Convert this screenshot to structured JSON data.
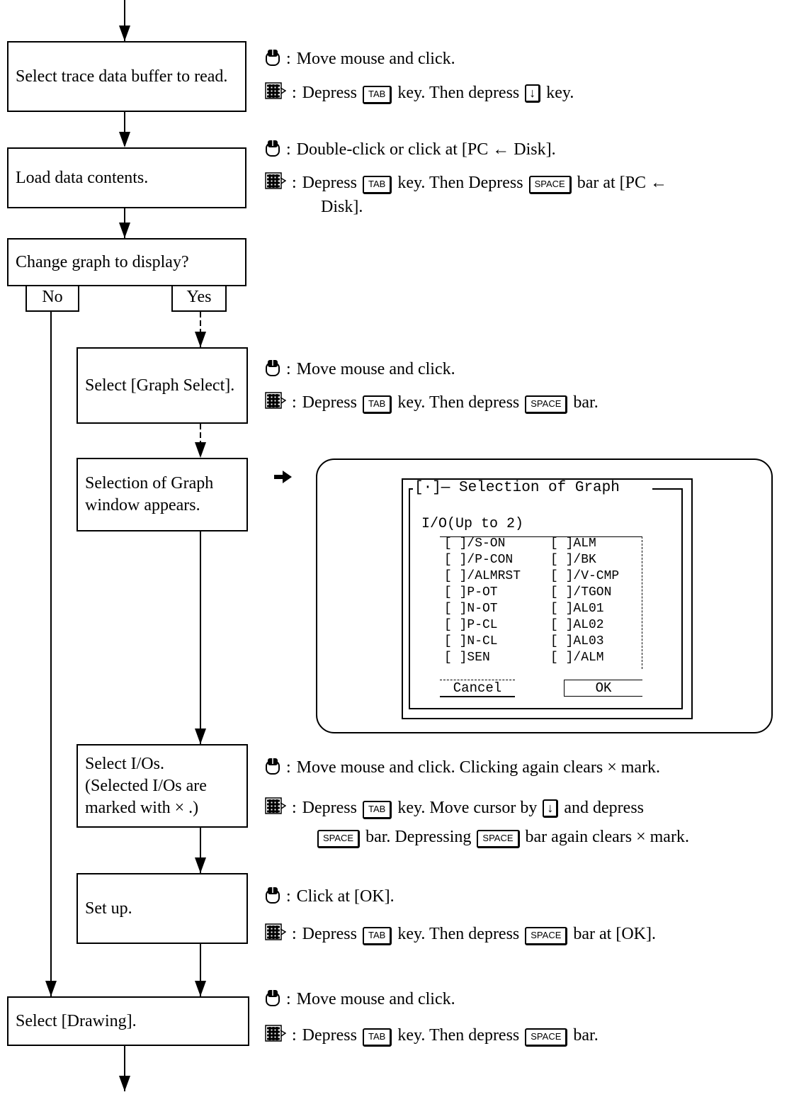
{
  "steps": {
    "select_buffer": "Select trace data buffer to read.",
    "load_data": "Load data contents.",
    "change_graph": "Change graph to display?",
    "no": "No",
    "yes": "Yes",
    "graph_select": "Select [Graph Select].",
    "window_appears": "Selection of Graph window appears.",
    "select_ios_1": "Select I/Os.",
    "select_ios_2": "(Selected I/Os are marked with × .)",
    "set_up": "Set up.",
    "drawing": "Select [Drawing]."
  },
  "instructions": {
    "i1_mouse": "Move mouse and click.",
    "i1_kb_a": "Depress",
    "i1_kb_b": "key.  Then depress",
    "i1_kb_c": "key.",
    "i2_mouse": "Double-click or click at [PC ← Disk].",
    "i2_kb_a": "Depress",
    "i2_kb_b": "key.  Then Depress",
    "i2_kb_c": "bar at [PC ←",
    "i2_kb_d": "Disk].",
    "i3_mouse": "Move mouse and click.",
    "i3_kb_a": "Depress",
    "i3_kb_b": "key.  Then depress",
    "i3_kb_c": "bar.",
    "i4_mouse": "Move mouse and click.  Clicking again clears × mark.",
    "i4_kb_a": "Depress",
    "i4_kb_b": "key.  Move cursor by",
    "i4_kb_c": "and depress",
    "i4_kb_d": "bar.  Depressing",
    "i4_kb_e": "bar again clears × mark.",
    "i5_mouse": "Click at [OK].",
    "i5_kb_a": "Depress",
    "i5_kb_b": "key.  Then depress",
    "i5_kb_c": "bar at [OK].",
    "i6_mouse": "Move mouse and click.",
    "i6_kb_a": "Depress",
    "i6_kb_b": "key.  Then depress",
    "i6_kb_c": "bar."
  },
  "keys": {
    "tab": "TAB",
    "space": "SPACE",
    "down": "↓"
  },
  "colon": ":",
  "dialog": {
    "title": "[·]— Selection of Graph",
    "io_label": "I/O(Up to 2)",
    "io_items": [
      "[ ]/S-ON",
      "[ ]ALM",
      "[ ]/P-CON",
      "[ ]/BK",
      "[ ]/ALMRST",
      "[ ]/V-CMP",
      "[ ]P-OT",
      "[ ]/TGON",
      "[ ]N-OT",
      "[ ]AL01",
      "[ ]P-CL",
      "[ ]AL02",
      "[ ]N-CL",
      "[ ]AL03",
      "[ ]SEN",
      "[ ]/ALM"
    ],
    "cancel": "Cancel",
    "ok": "OK"
  },
  "icons": {
    "mouse": "mouse-icon",
    "keyboard": "keyboard-icon",
    "arrow": "arrow-right-icon"
  }
}
